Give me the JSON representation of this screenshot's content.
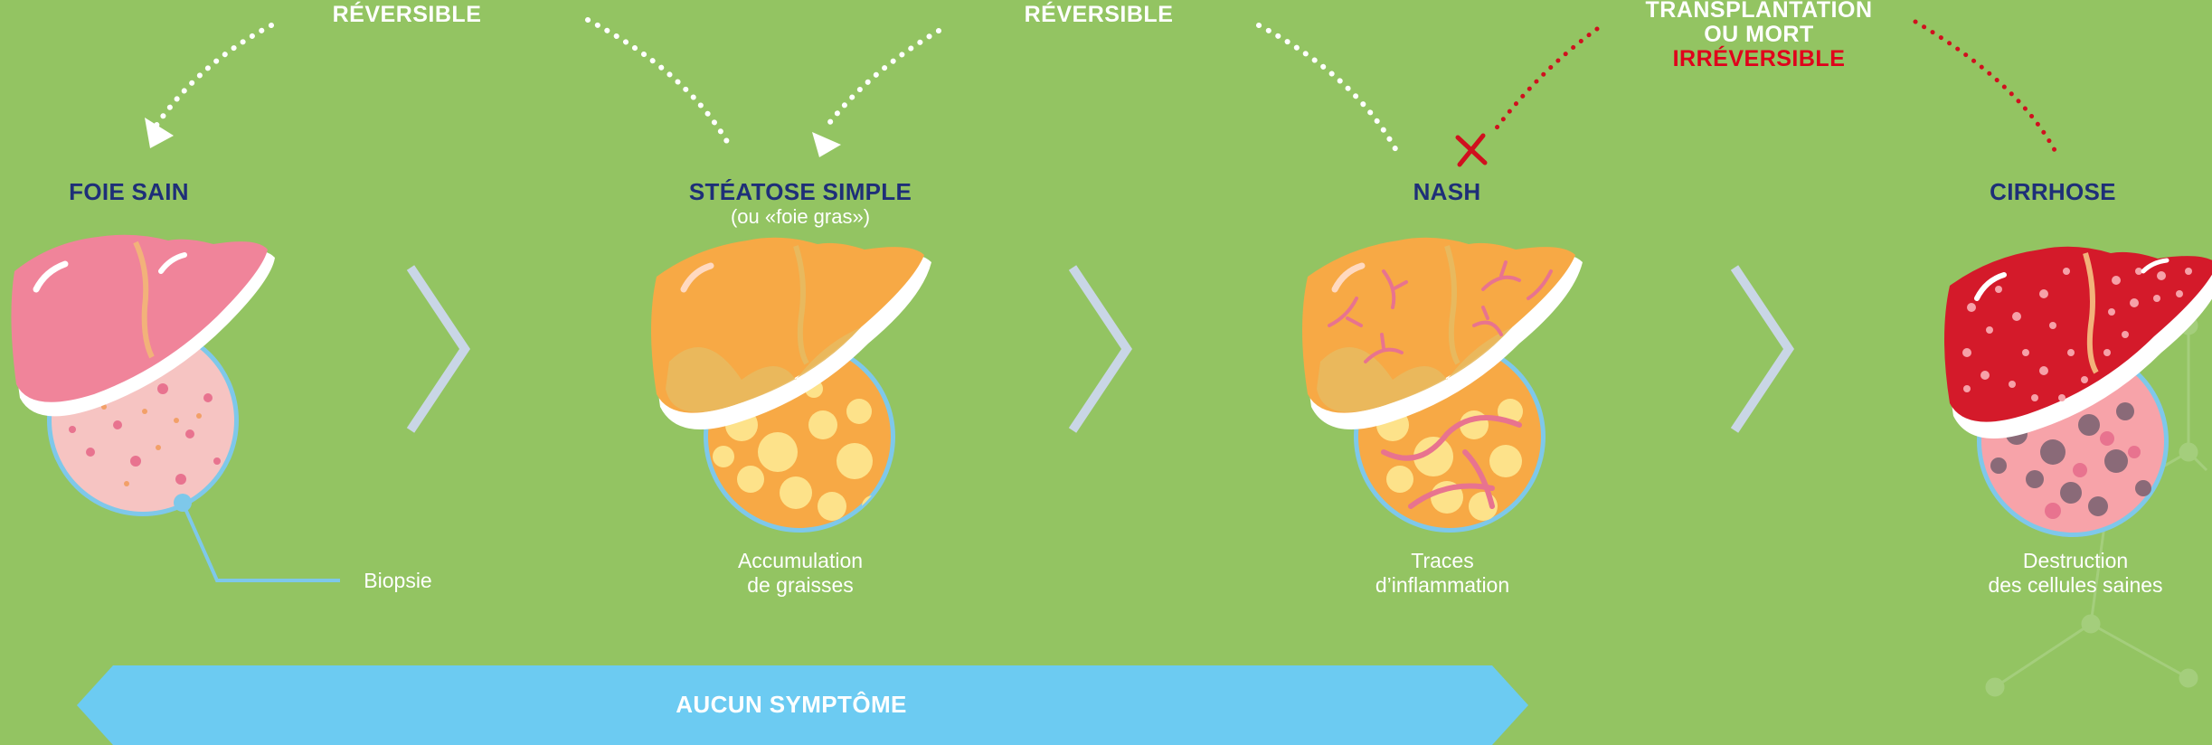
{
  "arrows": {
    "reversible_1": "RÉVERSIBLE",
    "reversible_2": "RÉVERSIBLE",
    "transplant_line1": "TRANSPLANTATION",
    "transplant_line2": "OU MORT",
    "irreversible": "IRRÉVERSIBLE"
  },
  "stages": [
    {
      "title": "FOIE SAIN",
      "subtitle": "",
      "caption_line1": "Biopsie",
      "caption_line2": ""
    },
    {
      "title": "STÉATOSE SIMPLE",
      "subtitle": "(ou «foie gras»)",
      "caption_line1": "Accumulation",
      "caption_line2": "de graisses"
    },
    {
      "title": "NASH",
      "subtitle": "",
      "caption_line1": "Traces",
      "caption_line2": "d’inflammation"
    },
    {
      "title": "CIRRHOSE",
      "subtitle": "",
      "caption_line1": "Destruction",
      "caption_line2": "des cellules saines"
    }
  ],
  "banner": {
    "label": "AUCUN SYMPTÔME"
  },
  "colors": {
    "background": "#93c462",
    "title": "#1e2f78",
    "irreversible": "#e0001b",
    "banner": "#6ccbf2",
    "chevron": "#c9d6e6"
  }
}
